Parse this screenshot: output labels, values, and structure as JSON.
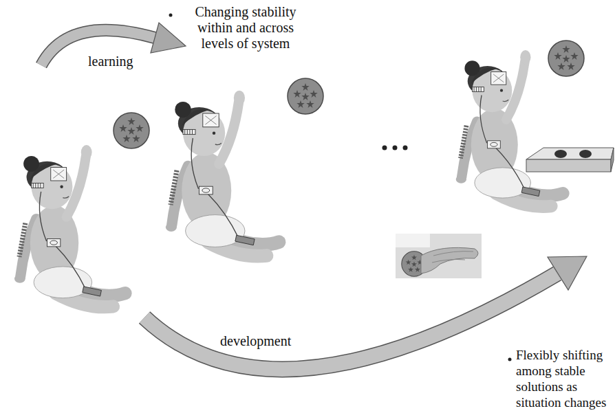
{
  "diagram": {
    "labels": [
      "Changing stability within and across levels of system",
      "learning",
      "development",
      "Flexibly shifting among stable solutions as situation changes"
    ]
  }
}
